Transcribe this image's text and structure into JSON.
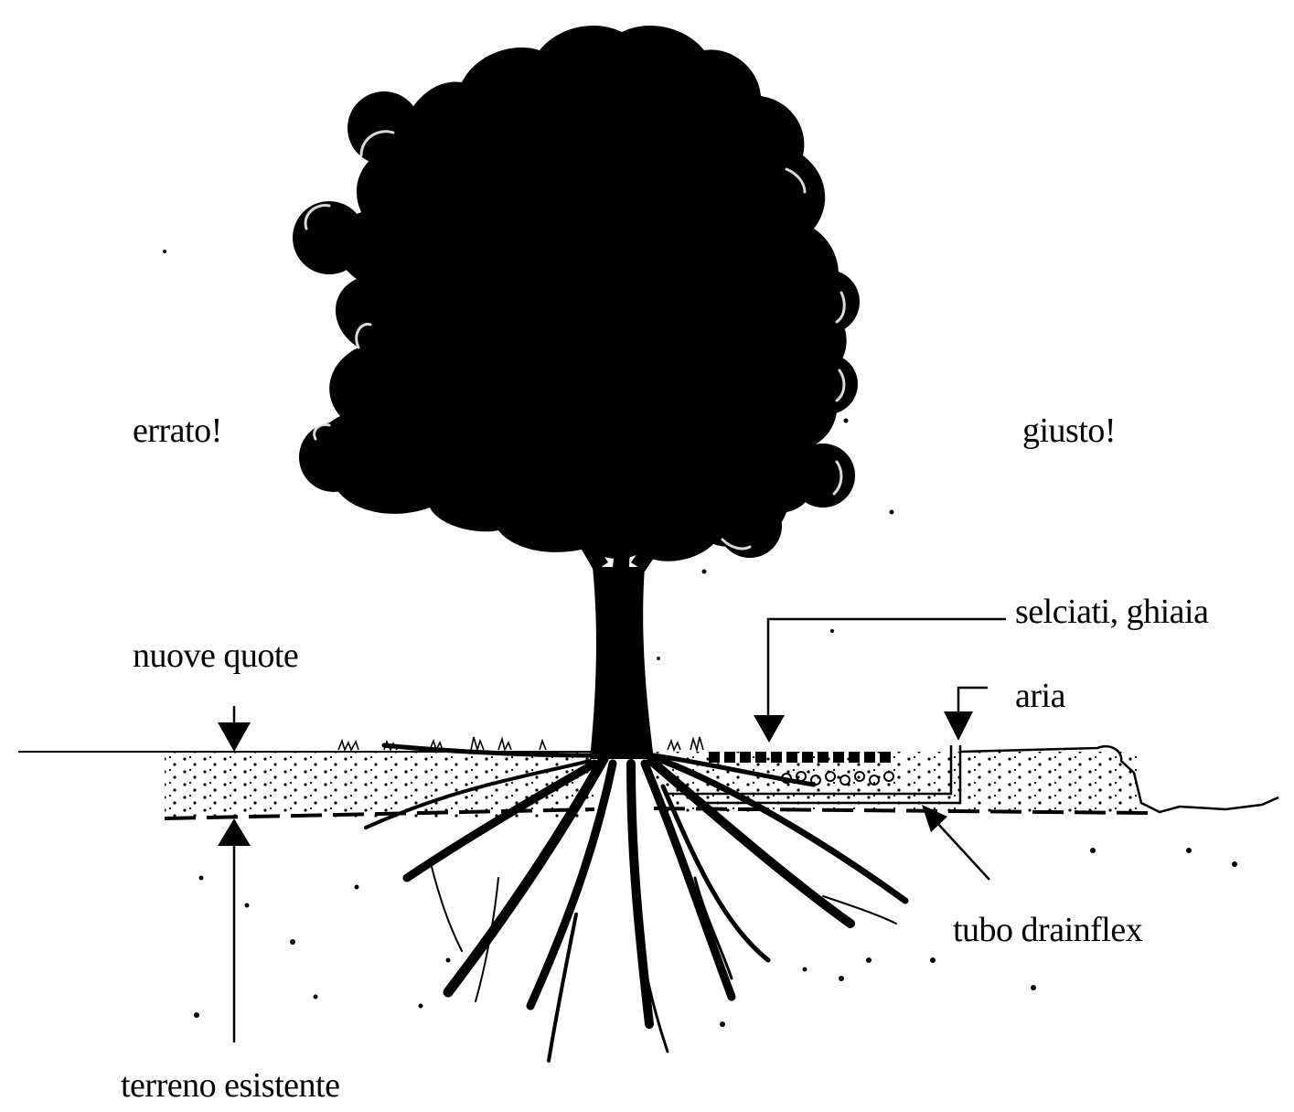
{
  "labels": {
    "wrong": "errato!",
    "right": "giusto!",
    "new_levels": "nuove quote",
    "existing_soil": "terreno esistente",
    "paving_gravel": "selciati, ghiaia",
    "air": "aria",
    "drain_pipe": "tubo drainflex"
  },
  "colors": {
    "ink": "#000000",
    "background": "#ffffff"
  }
}
